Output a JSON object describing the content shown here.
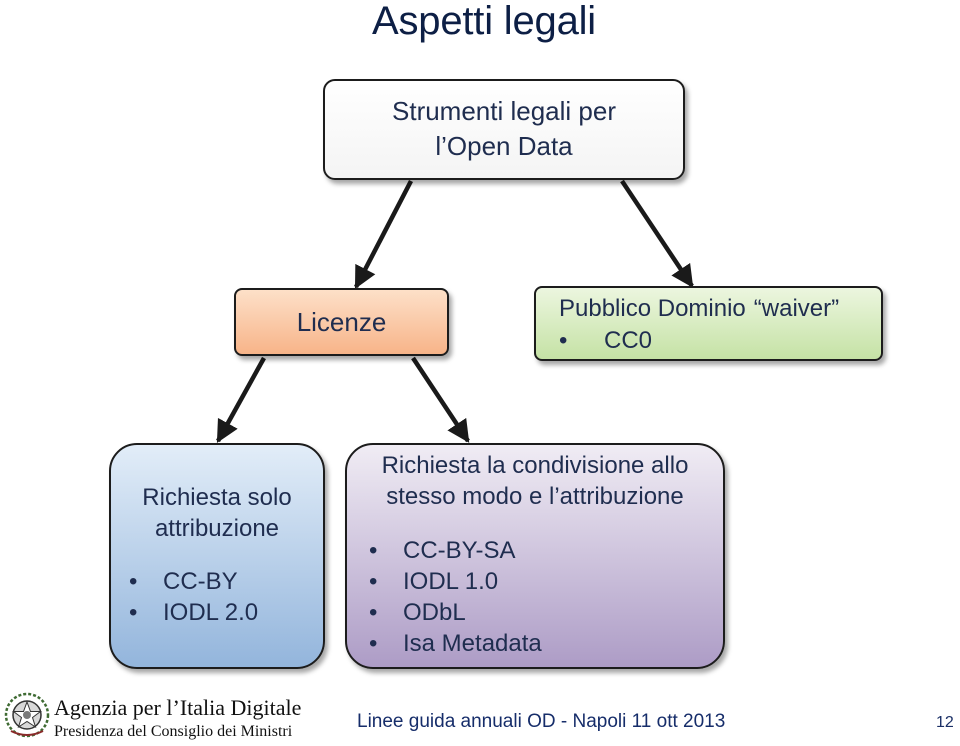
{
  "slide": {
    "title": "Aspetti legali"
  },
  "diagram": {
    "root": {
      "line1": "Strumenti legali per",
      "line2": "l’Open Data"
    },
    "licenze": {
      "label": "Licenze"
    },
    "public_domain": {
      "title": "Pubblico Dominio",
      "title_quoted": "“waiver”",
      "items": [
        "CC0"
      ]
    },
    "attribution": {
      "line1": "Richiesta solo",
      "line2": "attribuzione",
      "items": [
        "CC-BY",
        "IODL 2.0"
      ]
    },
    "share_alike": {
      "line1": "Richiesta la condivisione allo",
      "line2": "stesso modo e l’attribuzione",
      "items": [
        "CC-BY-SA",
        "IODL 1.0",
        "ODbL",
        "Isa Metadata"
      ]
    },
    "colors": {
      "root_fill": "#ffffff",
      "licenze_fill": "#f7b489",
      "public_domain_fill": "#c5e2a5",
      "attribution_fill": "#93b5dc",
      "share_alike_fill": "#ad9cc6",
      "border": "#1c1c1c",
      "text": "#1f2d4f"
    }
  },
  "footer": {
    "agency": "Agenzia per l’Italia Digitale",
    "presidency": "Presidenza del Consiglio dei Ministri",
    "event": "Linee guida annuali OD - Napoli 11 ott 2013",
    "page_number": "12",
    "logo_icon": "emblem-icon"
  }
}
